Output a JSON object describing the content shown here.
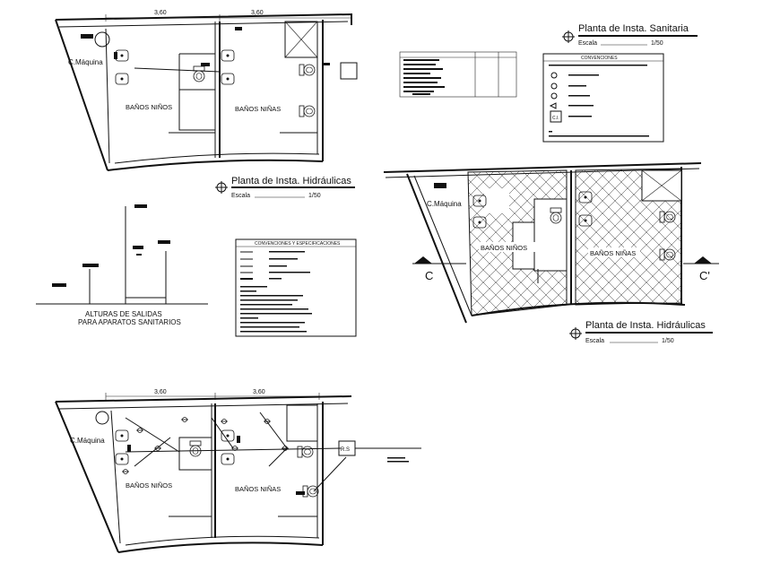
{
  "plan_top": {
    "dim_left": "3,60",
    "dim_right": "3,60",
    "room_machine": "C.Máquina",
    "room_boys": "BAÑOS NIÑOS",
    "room_girls": "BAÑOS NIÑAS",
    "title": "Planta de Insta. Hidráulicas",
    "scale_label": "Escala",
    "scale_value": "1/50"
  },
  "plan_sanitary": {
    "title": "Planta de Insta. Sanitaria",
    "scale_label": "Escala",
    "scale_value": "1/50",
    "conventions_title": "CONVENCIONES",
    "symbol_box": "C.I."
  },
  "heights": {
    "title_line1": "ALTURAS DE SALIDAS",
    "title_line2": "PARA APARATOS SANITARIOS"
  },
  "conventions_box": {
    "title": "CONVENCIONES Y ESPECIFICACIONES"
  },
  "plan_right": {
    "room_machine": "C.Máquina",
    "room_boys": "BAÑOS NIÑOS",
    "room_girls": "BAÑOS NIÑAS",
    "section_left": "C",
    "section_right": "C'",
    "title": "Planta de Insta. Hidráulicas",
    "scale_label": "Escala",
    "scale_value": "1/50"
  },
  "plan_bottom": {
    "dim_left": "3,60",
    "dim_right": "3,60",
    "room_machine": "C.Máquina",
    "room_boys": "BAÑOS NIÑOS",
    "room_girls": "BAÑOS NIÑAS",
    "rs_label": "R.S"
  }
}
